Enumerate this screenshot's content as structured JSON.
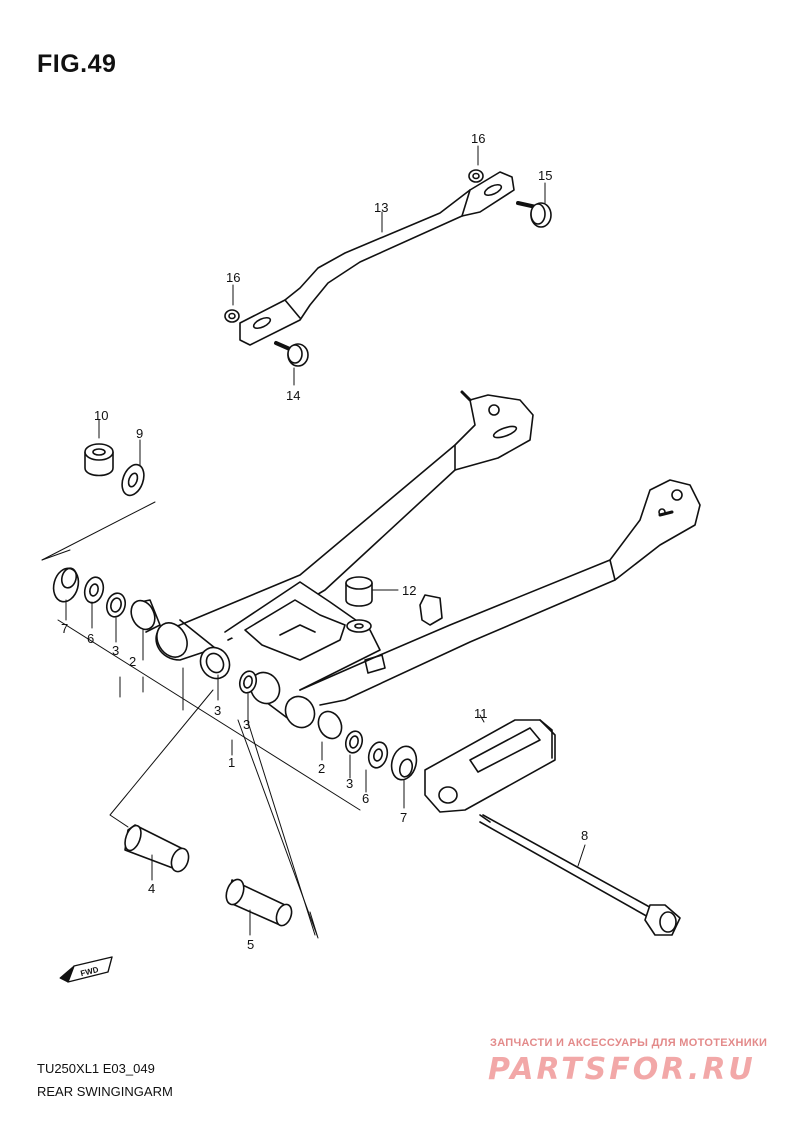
{
  "figure": {
    "title": "FIG.49"
  },
  "callouts": {
    "c1": "1",
    "c2a": "2",
    "c2b": "2",
    "c3a": "3",
    "c3b": "3",
    "c3c": "3",
    "c3d": "3",
    "c4": "4",
    "c5": "5",
    "c6a": "6",
    "c6b": "6",
    "c7a": "7",
    "c7b": "7",
    "c8": "8",
    "c9": "9",
    "c10": "10",
    "c11": "11",
    "c12": "12",
    "c13": "13",
    "c14": "14",
    "c15": "15",
    "c16a": "16",
    "c16b": "16"
  },
  "fwd_badge": "FWD",
  "footer": {
    "model_code": "TU250XL1 E03_049",
    "section_name": "REAR SWINGINGARM"
  },
  "watermark": {
    "tagline": "ЗАПЧАСТИ И АКСЕССУАРЫ ДЛЯ МОТОТЕХНИКИ",
    "brand": "PARTSFOR.RU"
  },
  "colors": {
    "line": "#111111",
    "watermark": "#f2a8a8"
  }
}
